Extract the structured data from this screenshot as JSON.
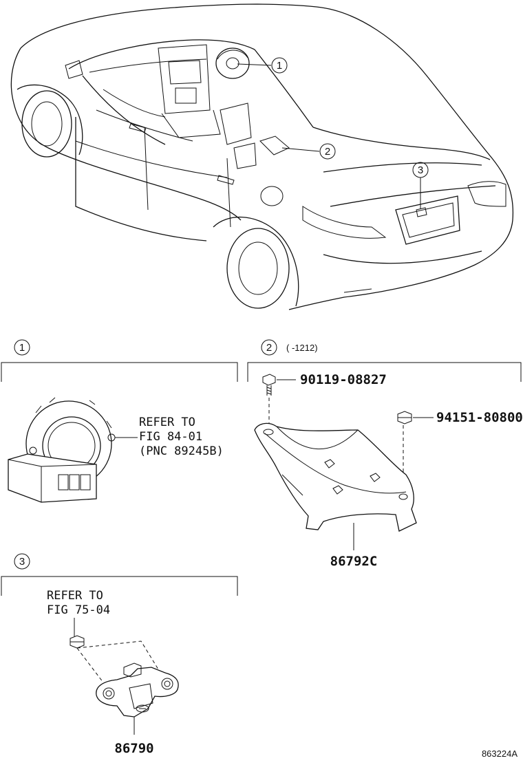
{
  "callouts": [
    "1",
    "2",
    "3"
  ],
  "section1": {
    "number": "1",
    "refer_line1": "REFER TO",
    "refer_line2": "FIG 84-01",
    "refer_line3": "(PNC 89245B)"
  },
  "section2": {
    "number": "2",
    "date_note": "(      -1212)",
    "bolt_part": "90119-08827",
    "nut_part": "94151-80800",
    "bracket_part": "86792C"
  },
  "section3": {
    "number": "3",
    "refer_line1": "REFER TO",
    "refer_line2": "FIG 75-04",
    "camera_part": "86790"
  },
  "illustration_id": "863224A"
}
